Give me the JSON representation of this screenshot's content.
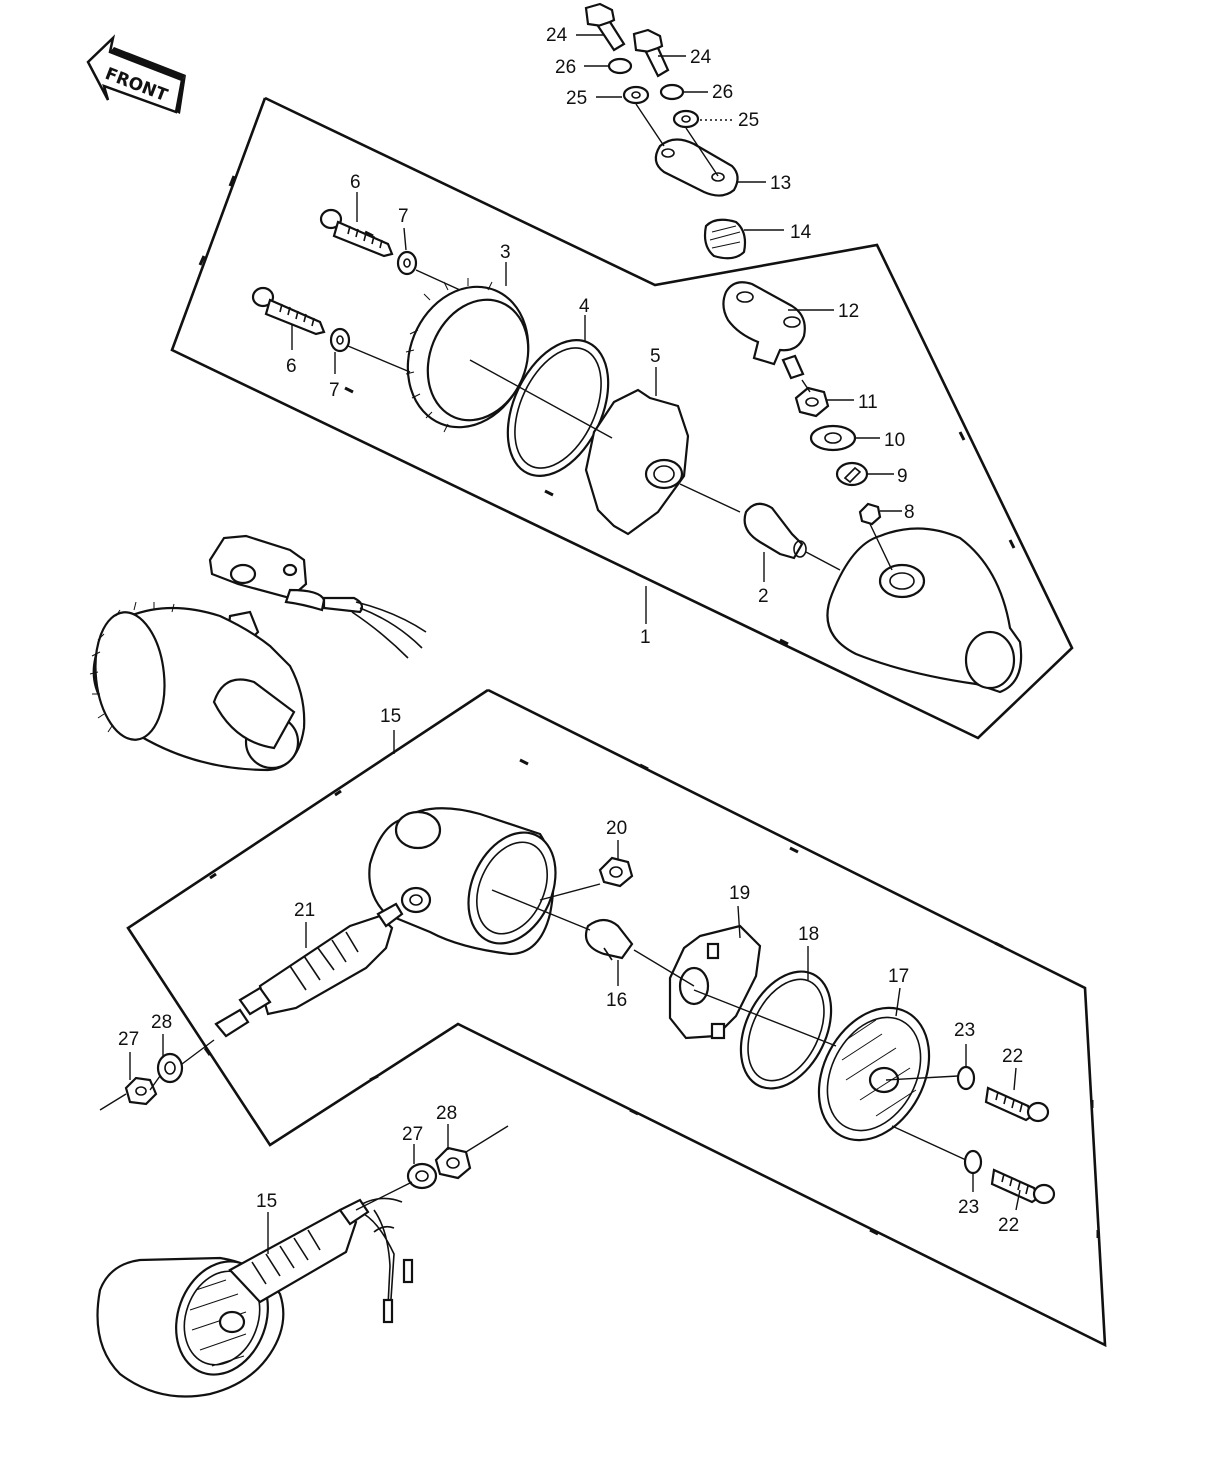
{
  "badge": {
    "front_label": "FRONT"
  },
  "callouts": {
    "c1": "1",
    "c2": "2",
    "c3": "3",
    "c4": "4",
    "c5": "5",
    "c6a": "6",
    "c6b": "6",
    "c7a": "7",
    "c7b": "7",
    "c8": "8",
    "c9": "9",
    "c10": "10",
    "c11": "11",
    "c12": "12",
    "c13": "13",
    "c14": "14",
    "c15a": "15",
    "c15b": "15",
    "c16": "16",
    "c17": "17",
    "c18": "18",
    "c19": "19",
    "c20": "20",
    "c21": "21",
    "c22a": "22",
    "c22b": "22",
    "c23a": "23",
    "c23b": "23",
    "c24a": "24",
    "c24b": "24",
    "c25a": "25",
    "c25b": "25",
    "c26a": "26",
    "c26b": "26",
    "c27a": "27",
    "c27b": "27",
    "c28a": "28",
    "c28b": "28"
  }
}
